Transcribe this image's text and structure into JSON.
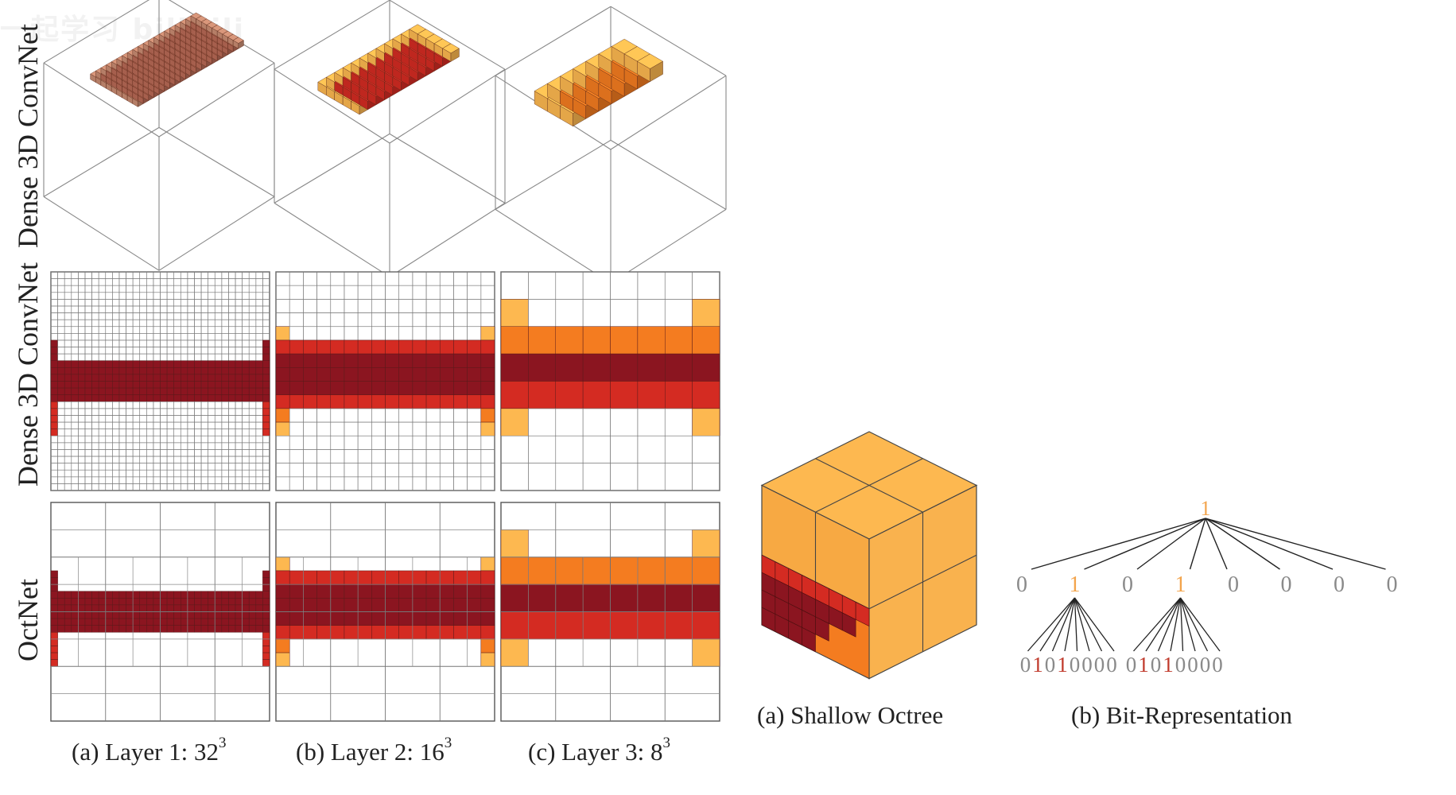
{
  "overlay": {
    "watermark_text": "一起学习 bilibili"
  },
  "row_labels": {
    "row1": "Dense 3D ConvNet",
    "row2": "Dense 3D ConvNet",
    "row3": "OctNet"
  },
  "columns": [
    {
      "caption": "(a) Layer 1: 32",
      "exponent": "3",
      "grid": 32
    },
    {
      "caption": "(b) Layer 2: 16",
      "exponent": "3",
      "grid": 16
    },
    {
      "caption": "(c) Layer 3: 8",
      "exponent": "3",
      "grid": 8
    }
  ],
  "right_captions": {
    "shallow_octree": "(a) Shallow Octree",
    "bit_representation": "(b) Bit-Representation"
  },
  "bit_tree": {
    "root": "1",
    "level1": [
      "0",
      "1",
      "0",
      "1",
      "0",
      "0",
      "0",
      "0"
    ],
    "level2_groups": [
      {
        "digits": [
          "0",
          "1",
          "0",
          "1",
          "0",
          "0",
          "0",
          "0"
        ]
      },
      {
        "digits": [
          "0",
          "1",
          "0",
          "1",
          "0",
          "0",
          "0",
          "0"
        ]
      }
    ]
  },
  "colors": {
    "dark_red": "#8b1520",
    "red": "#d42b22",
    "orange": "#f47c20",
    "light_orange": "#fdb850",
    "bed_brown": "#b86a56",
    "grid_line": "#7a7a7a",
    "bit_highlight_red": "#c0392b",
    "bit_root_orange": "#f3a44c",
    "bit_gray": "#8a8a8a"
  }
}
